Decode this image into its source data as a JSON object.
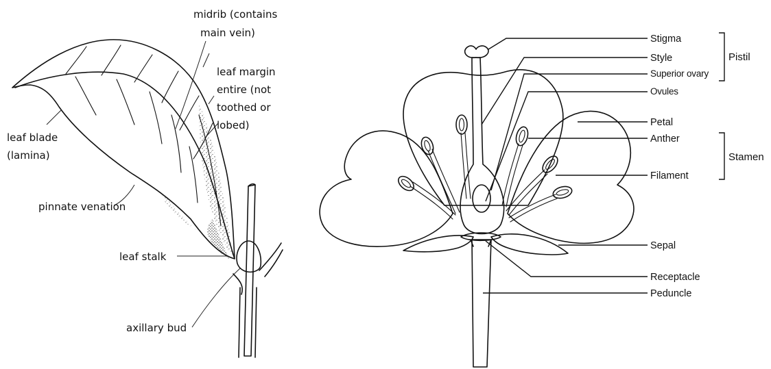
{
  "leaf_diagram": {
    "labels": {
      "midrib_line1": "midrib (contains",
      "midrib_line2": "main vein)",
      "margin_line1": "leaf margin",
      "margin_line2": "entire (not",
      "margin_line3": "toothed or",
      "margin_line4": "lobed)",
      "blade_line1": "leaf blade",
      "blade_line2": "(lamina)",
      "venation": "pinnate venation",
      "stalk": "leaf stalk",
      "bud": "axillary bud"
    }
  },
  "flower_diagram": {
    "labels": {
      "stigma": "Stigma",
      "style": "Style",
      "superior_ovary": "Superior ovary",
      "ovules": "Ovules",
      "petal": "Petal",
      "anther": "Anther",
      "filament": "Filament",
      "sepal": "Sepal",
      "receptacle": "Receptacle",
      "peduncle": "Peduncle"
    },
    "groups": {
      "pistil": "Pistil",
      "stamen": "Stamen"
    }
  }
}
